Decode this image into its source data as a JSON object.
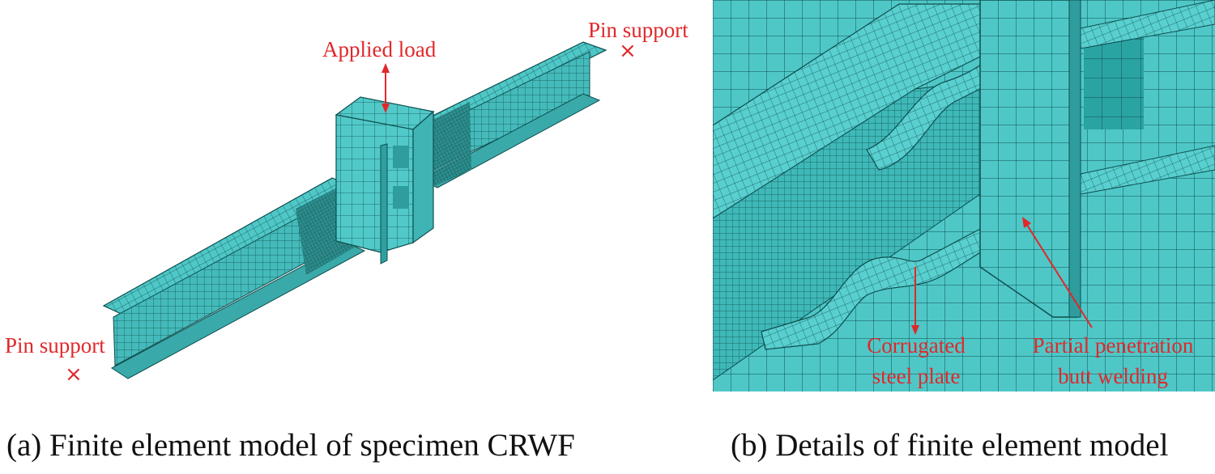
{
  "panel_a": {
    "labels": {
      "pin_support_right": "Pin support",
      "pin_support_left": "Pin support",
      "applied_load": "Applied load"
    },
    "marks": {
      "right": "×",
      "left": "×"
    },
    "caption": "(a) Finite element model of specimen CRWF"
  },
  "panel_b": {
    "labels": {
      "corrugated_line1": "Corrugated",
      "corrugated_line2": "steel plate",
      "weld_line1": "Partial penetration",
      "weld_line2": "butt welding"
    },
    "caption": "(b) Details of finite element model"
  },
  "colors": {
    "mesh_fill": "#4fc7c7",
    "mesh_dark": "#2aa3a3",
    "mesh_line": "#0f4f4f",
    "annotation": "#e0282b"
  }
}
